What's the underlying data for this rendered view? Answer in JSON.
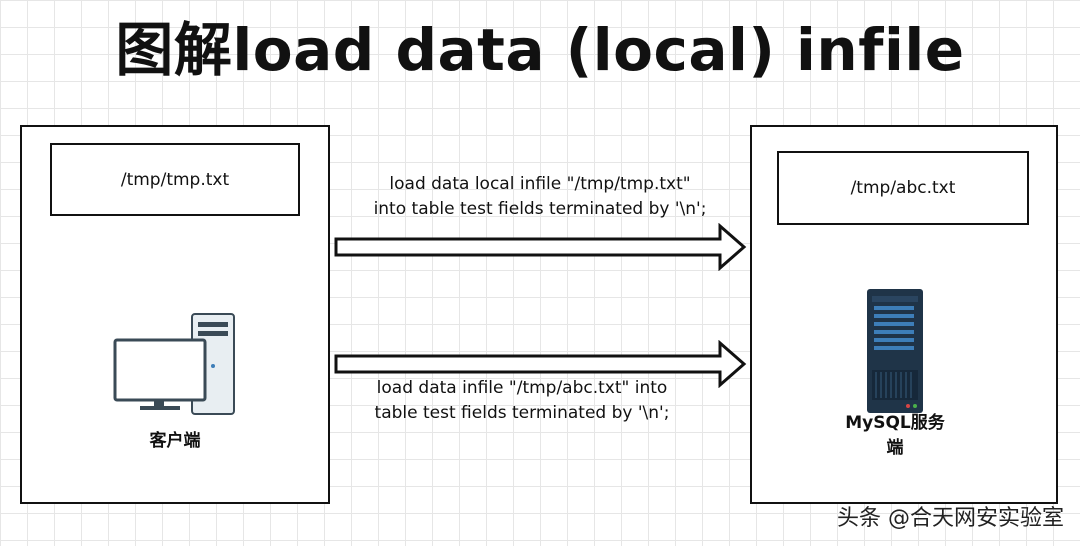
{
  "title": "图解load data (local) infile",
  "client": {
    "file": "/tmp/tmp.txt",
    "label": "客户端"
  },
  "server": {
    "file": "/tmp/abc.txt",
    "label_line1": "MySQL服务",
    "label_line2": "端"
  },
  "commands": {
    "local_line1": "load data local infile \"/tmp/tmp.txt\"",
    "local_line2": "into table test fields terminated by '\\n';",
    "remote_line1": "load data infile \"/tmp/abc.txt\" into",
    "remote_line2": "table test fields terminated by '\\n';"
  },
  "watermark": {
    "prefix": "头条 ",
    "handle": "@合天网安实验室"
  },
  "icons": {
    "client": "desktop-computer-icon",
    "server": "server-rack-icon"
  },
  "colors": {
    "server_body": "#1f3448",
    "server_stripe": "#3d7eb8",
    "pc_body": "#e8eef2",
    "pc_screen": "#ffffff"
  }
}
